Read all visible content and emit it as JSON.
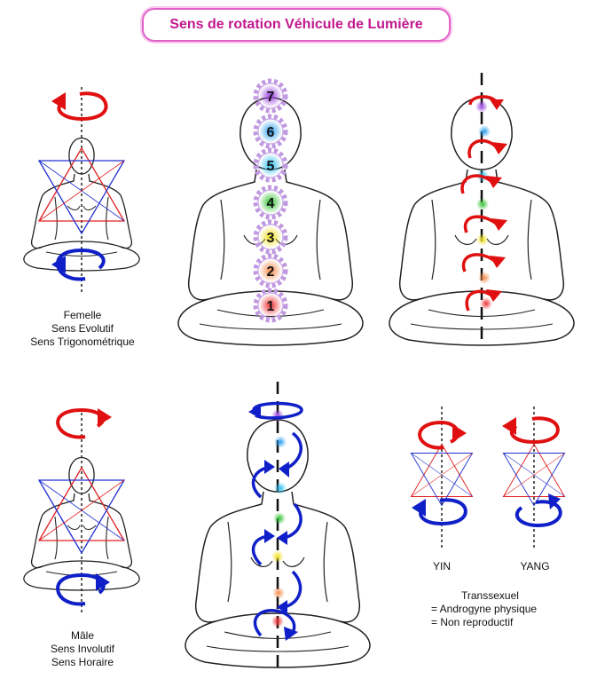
{
  "title": "Sens de rotation Véhicule de Lumière",
  "female_caption": [
    "Femelle",
    "Sens Evolutif",
    "Sens Trigonométrique"
  ],
  "male_caption": [
    "Mâle",
    "Sens Involutif",
    "Sens Horaire"
  ],
  "yin_label": "YIN",
  "yang_label": "YANG",
  "transsexuel_caption": [
    "Transsexuel",
    "= Androgyne physique",
    "= Non reproductif"
  ],
  "chakras": [
    {
      "number": "1",
      "color": "#ee3030"
    },
    {
      "number": "2",
      "color": "#f48a4a"
    },
    {
      "number": "3",
      "color": "#f0e020"
    },
    {
      "number": "4",
      "color": "#30c030"
    },
    {
      "number": "5",
      "color": "#30c0ee"
    },
    {
      "number": "6",
      "color": "#2a9ef0"
    },
    {
      "number": "7",
      "color": "#9a40e0"
    }
  ],
  "colors": {
    "title": "#c2188f",
    "red_arrow": "#e01010",
    "blue_arrow": "#1020c8"
  }
}
